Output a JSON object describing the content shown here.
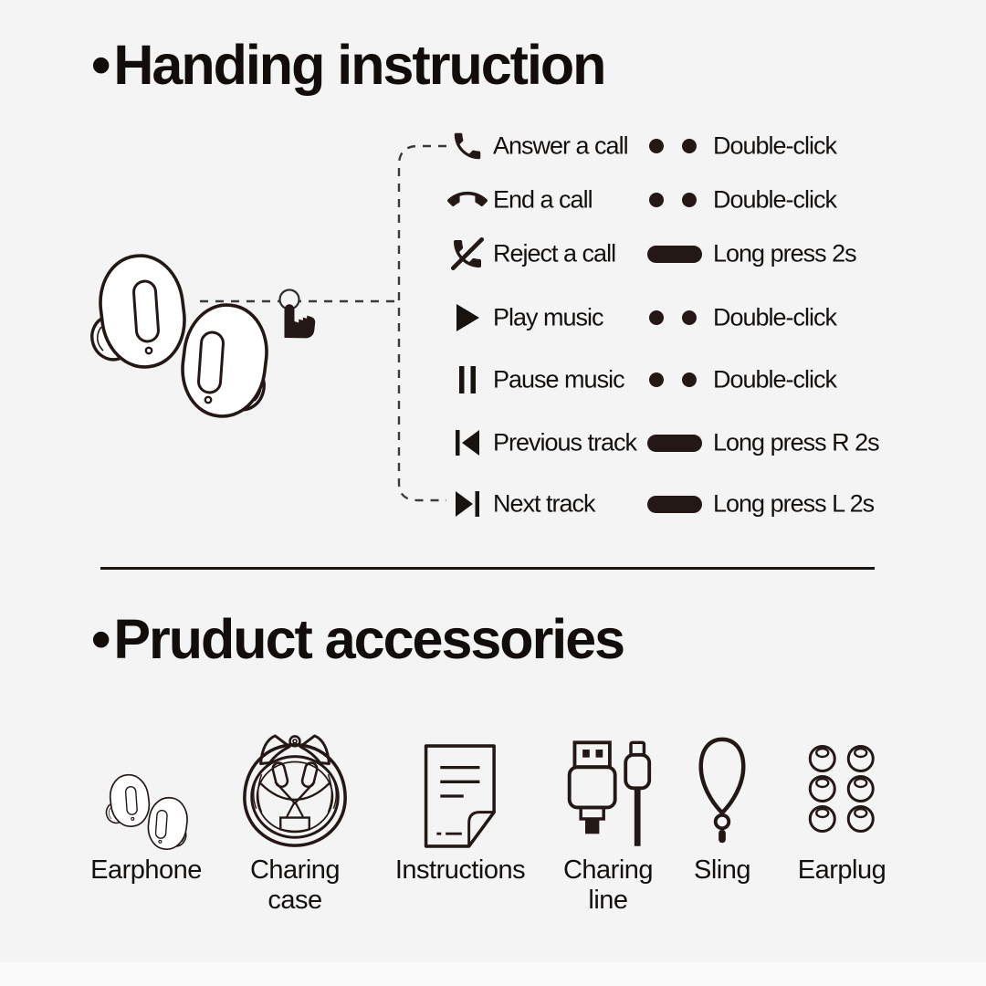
{
  "colors": {
    "background": "#f4f4f5",
    "ink": "#231815",
    "dash": "#3b3b3b",
    "divider": "#181512"
  },
  "handling": {
    "bullet": "•",
    "title": "Handing instruction",
    "rows": [
      {
        "icon": "answer-call-icon",
        "label": "Answer a call",
        "indicator": "double-click-dots",
        "gesture": "Double-click"
      },
      {
        "icon": "end-call-icon",
        "label": "End a call",
        "indicator": "double-click-dots",
        "gesture": "Double-click"
      },
      {
        "icon": "reject-call-icon",
        "label": "Reject a call",
        "indicator": "long-press-pill",
        "gesture": "Long press 2s"
      },
      {
        "icon": "play-icon",
        "label": "Play music",
        "indicator": "double-click-dots",
        "gesture": "Double-click"
      },
      {
        "icon": "pause-icon",
        "label": "Pause music",
        "indicator": "double-click-dots",
        "gesture": "Double-click"
      },
      {
        "icon": "previous-track-icon",
        "label": "Previous track",
        "indicator": "long-press-pill",
        "gesture": "Long press R 2s"
      },
      {
        "icon": "next-track-icon",
        "label": "Next track",
        "indicator": "long-press-pill",
        "gesture": "Long press L 2s"
      }
    ]
  },
  "accessories": {
    "bullet": "•",
    "title": "Pruduct accessories",
    "items": [
      {
        "icon": "earphone-icon",
        "label": "Earphone"
      },
      {
        "icon": "charging-case-icon",
        "label": "Charing case"
      },
      {
        "icon": "instructions-icon",
        "label": "Instructions"
      },
      {
        "icon": "charging-cable-icon",
        "label": "Charing line"
      },
      {
        "icon": "sling-icon",
        "label": "Sling"
      },
      {
        "icon": "earplug-icon",
        "label": "Earplug"
      }
    ]
  }
}
